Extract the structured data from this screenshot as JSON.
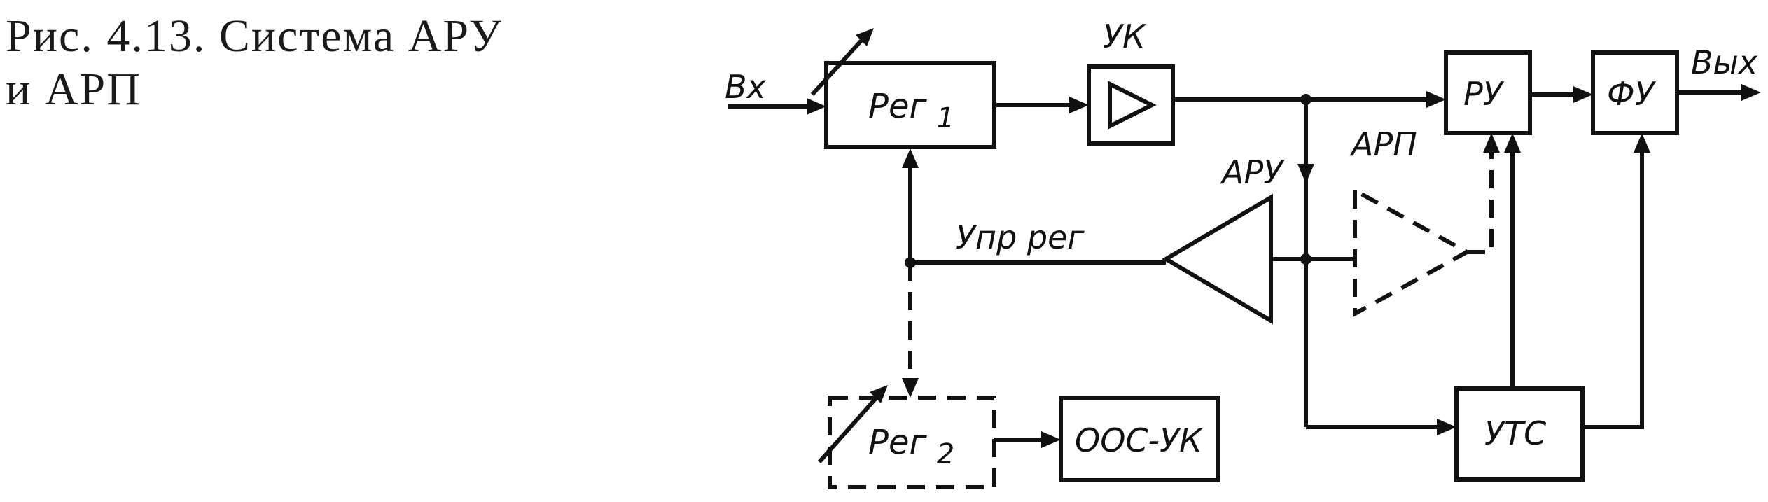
{
  "caption": {
    "line1": "Рис. 4.13. Система АРУ",
    "line2": "и АРП"
  },
  "diagram": {
    "input_label": "Вх",
    "output_label": "Вых",
    "reg1": {
      "main": "Рег",
      "sub": "1"
    },
    "uk_label": "УК",
    "ru_label": "РУ",
    "fu_label": "ФУ",
    "aru_label": "АРУ",
    "arp_label": "АРП",
    "control_label": "Упр рег",
    "reg2": {
      "main": "Рег",
      "sub": "2"
    },
    "oos_label": "ООС-УК",
    "uts_label": "УТС"
  }
}
